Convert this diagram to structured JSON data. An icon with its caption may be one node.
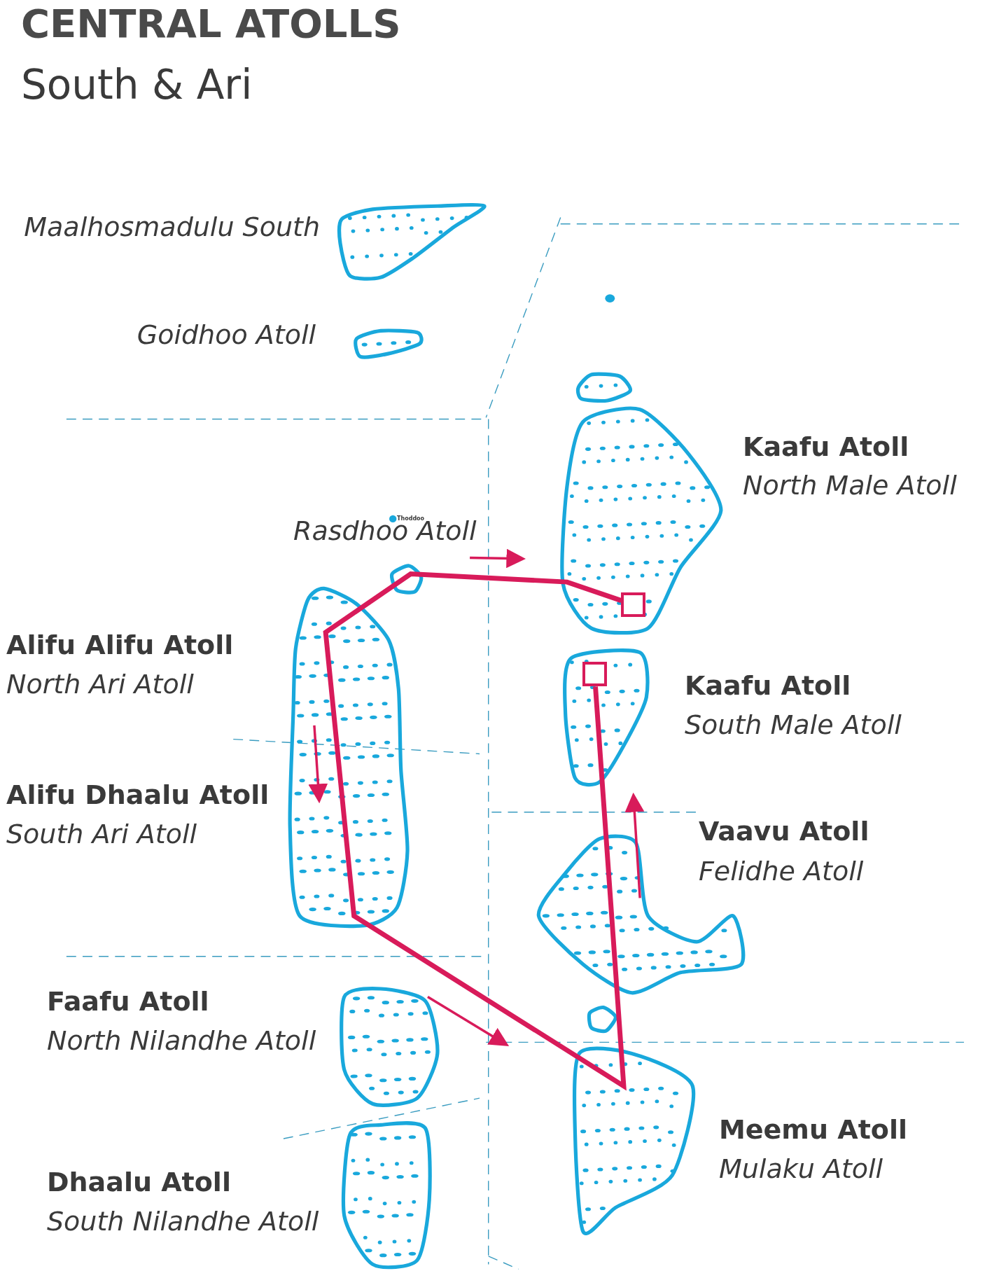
{
  "diagram": {
    "title": "CENTRAL ATOLLS",
    "nodes": [
      {
        "text": [],
        "shape": "box"
      },
      {
        "text": [],
        "shape": "box"
      }
    ],
    "edges": [
      {
        "from": 0,
        "to": 1,
        "arrow": "none"
      }
    ],
    "labels": [
      "South & Ari",
      "Maalhosmadulu South",
      "Goidhoo Atoll",
      "Kaafu Atoll",
      "North Male Atoll",
      "Thoddoo",
      "Rasdhoo Atoll",
      "Alifu Alifu Atoll",
      "North Ari Atoll",
      "Kaafu Atoll",
      "South Male Atoll",
      "Alifu Dhaalu Atoll",
      "South Ari Atoll",
      "Vaavu Atoll",
      "Felidhe Atoll",
      "Faafu Atoll",
      "North Nilandhe Atoll",
      "Meemu Atoll",
      "Mulaku Atoll",
      "Dhaalu Atoll",
      "South Nilandhe Atoll"
    ]
  }
}
